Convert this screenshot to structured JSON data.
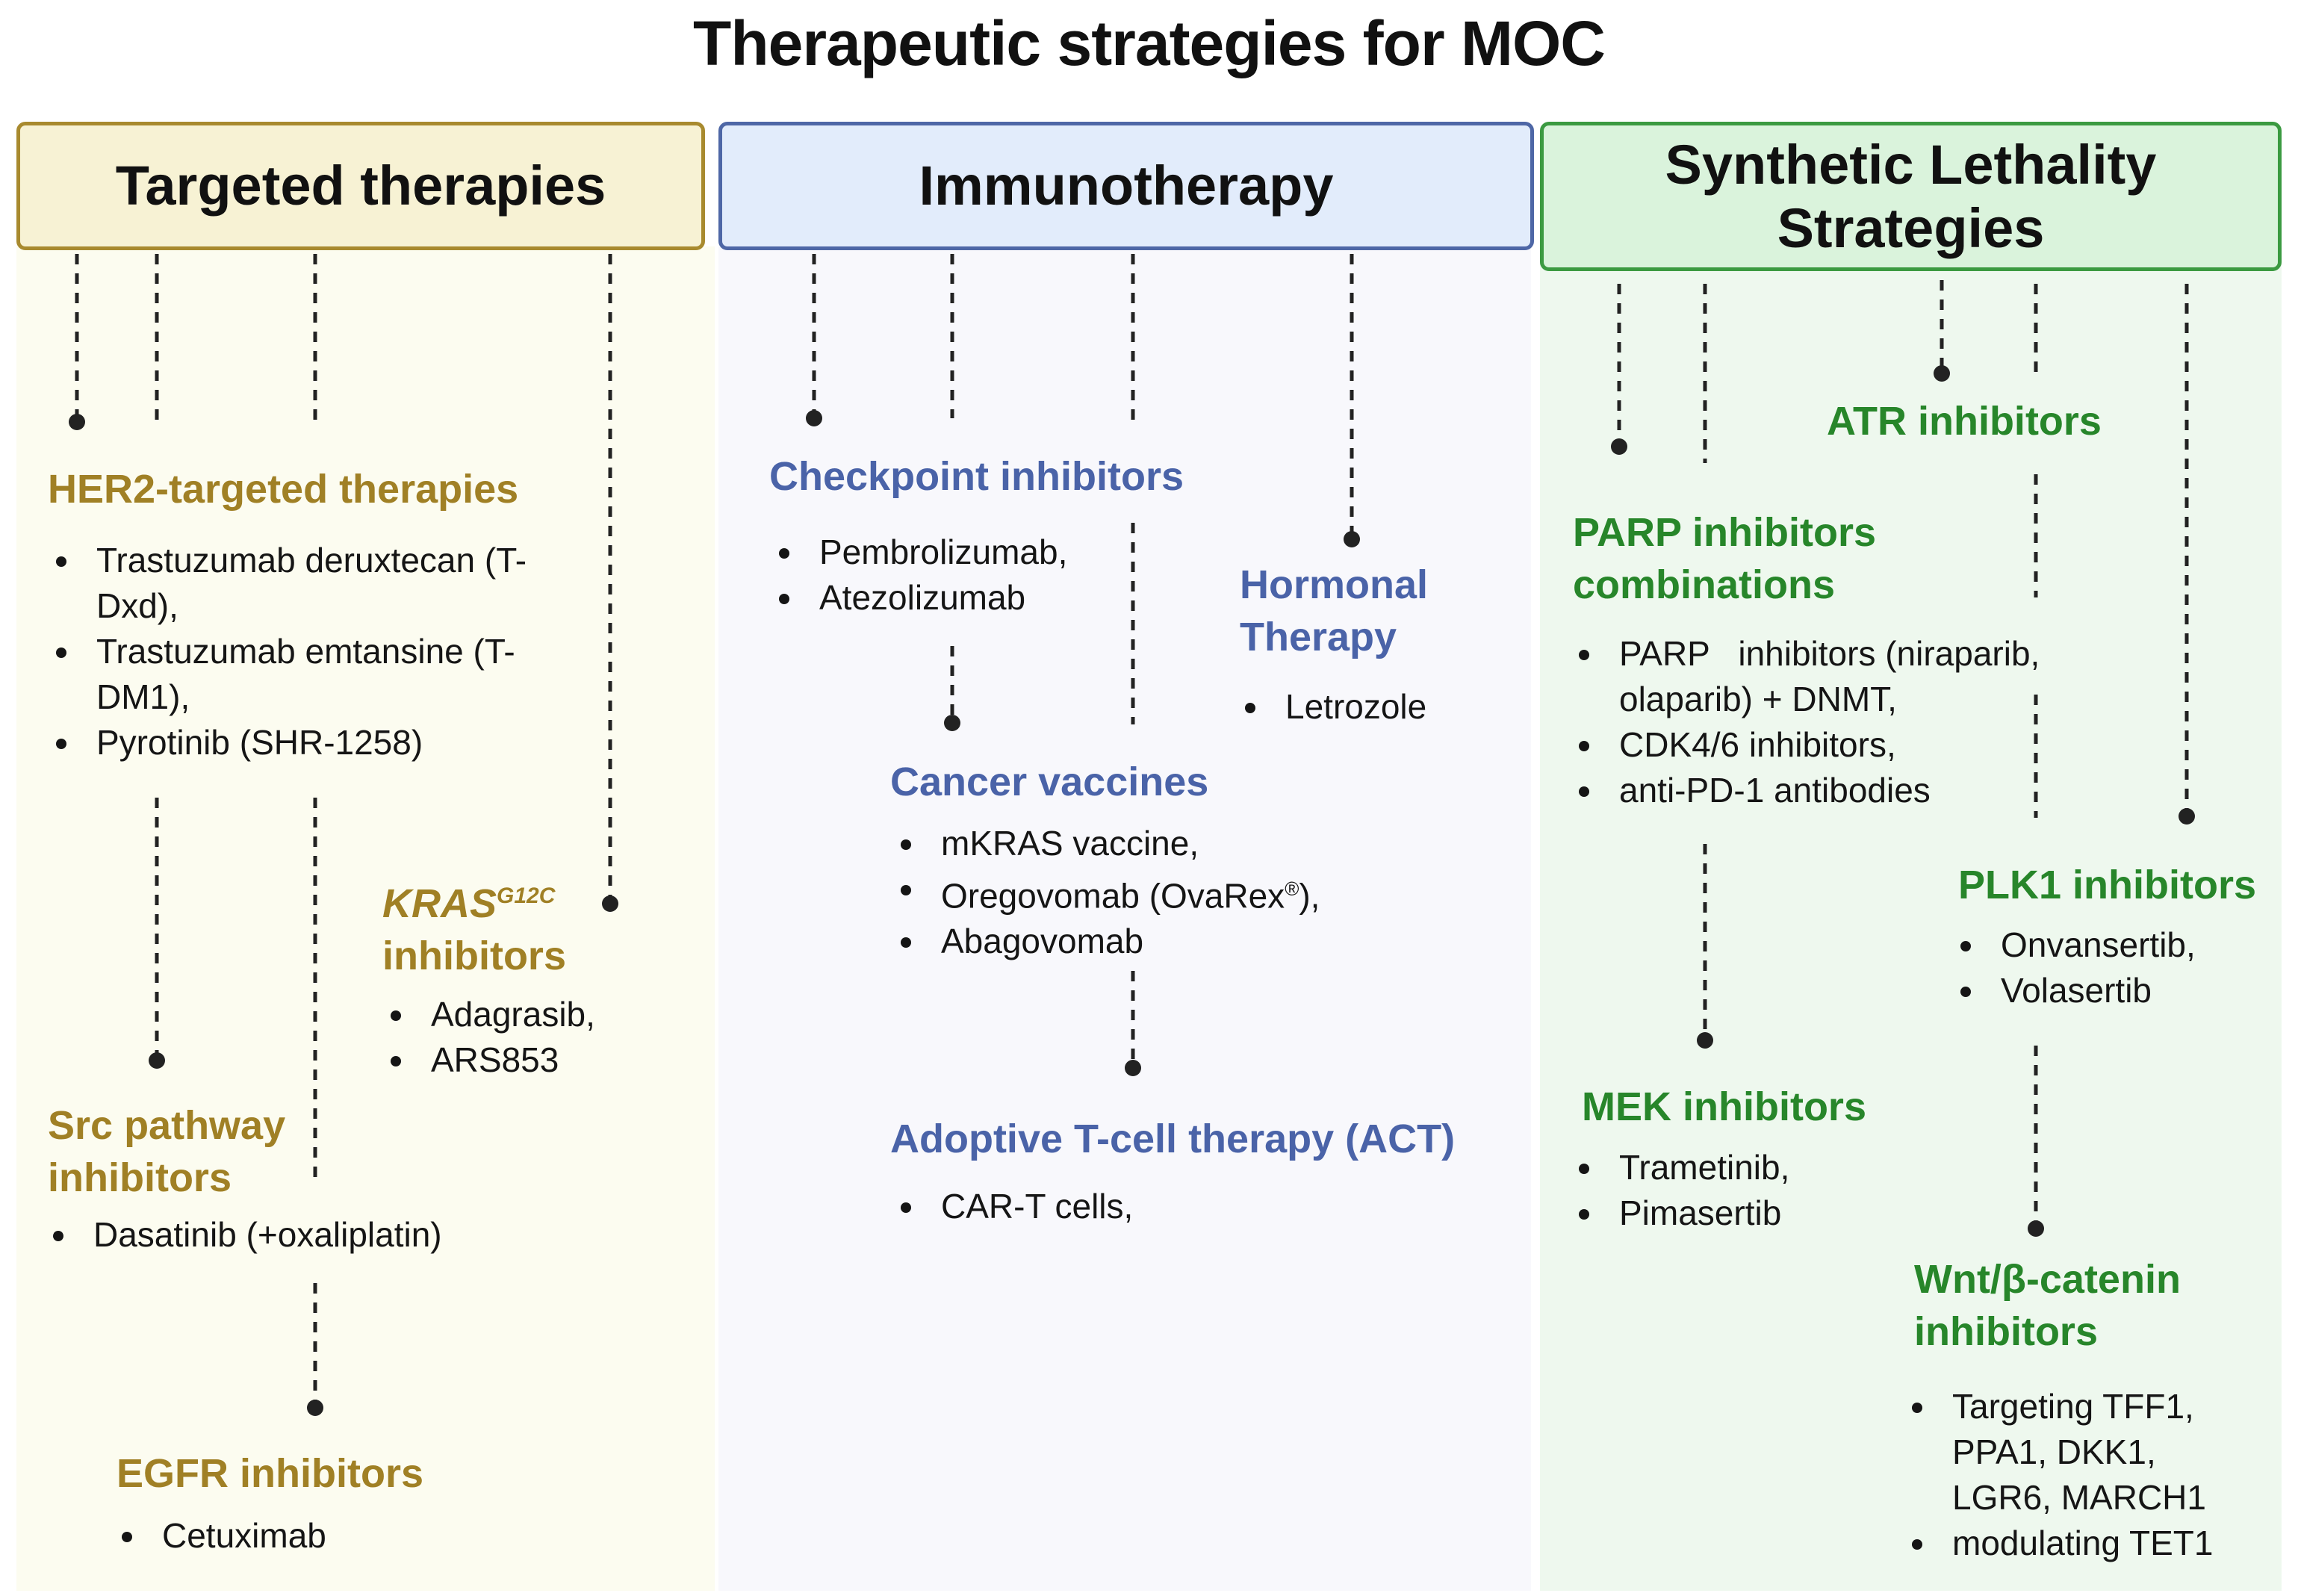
{
  "title": "Therapeutic strategies for MOC",
  "colors": {
    "targeted_header_fill": "#f7f2d4",
    "targeted_border": "#a88a2e",
    "targeted_panel": "#fcfcf0",
    "immuno_header_fill": "#e2ecfb",
    "immuno_border": "#4e67a6",
    "immuno_panel": "#f8f8fc",
    "synthetic_header_fill": "#daf3dc",
    "synthetic_border": "#3b9a41",
    "synthetic_panel": "#eef8ee",
    "targeted_text": "#a08025",
    "immuno_text": "#4a63a8",
    "synthetic_text": "#27862a",
    "connector": "#222222"
  },
  "columns": {
    "targeted": {
      "header": "Targeted therapies",
      "her2": {
        "title": "HER2-targeted therapies",
        "items": [
          "Trastuzumab deruxtecan (T-Dxd),",
          "Trastuzumab emtansine (T-DM1),",
          "Pyrotinib (SHR-1258)"
        ]
      },
      "kras": {
        "title_main": "KRAS",
        "title_sup": "G12C",
        "title_line2": "inhibitors",
        "items": [
          "Adagrasib,",
          "ARS853"
        ]
      },
      "src": {
        "title_line1": "Src pathway",
        "title_line2": "inhibitors",
        "items": [
          "Dasatinib (+oxaliplatin)"
        ]
      },
      "egfr": {
        "title": "EGFR inhibitors",
        "items": [
          "Cetuximab"
        ]
      }
    },
    "immuno": {
      "header": "Immunotherapy",
      "checkpoint": {
        "title": "Checkpoint inhibitors",
        "items": [
          "Pembrolizumab,",
          "Atezolizumab"
        ]
      },
      "hormonal": {
        "title_line1": "Hormonal",
        "title_line2": "Therapy",
        "items": [
          "Letrozole"
        ]
      },
      "vaccines": {
        "title": "Cancer vaccines",
        "items": [
          "mKRAS vaccine,",
          "Abagovomab"
        ],
        "oregovomab_pre": "Oregovomab (OvaRex",
        "oregovomab_reg": "®",
        "oregovomab_post": "),"
      },
      "act": {
        "title": "Adoptive T-cell therapy (ACT)",
        "items": [
          "CAR-T cells,"
        ]
      }
    },
    "synthetic": {
      "header_line1": "Synthetic Lethality",
      "header_line2": "Strategies",
      "atr": {
        "title": "ATR inhibitors"
      },
      "parp": {
        "title_line1": "PARP inhibitors",
        "title_line2": "combinations",
        "items": [
          "PARP   inhibitors (niraparib, olaparib) + DNMT,",
          "CDK4/6 inhibitors,",
          "anti-PD-1 antibodies"
        ]
      },
      "plk1": {
        "title": "PLK1 inhibitors",
        "items": [
          "Onvansertib,",
          "Volasertib"
        ]
      },
      "mek": {
        "title": "MEK inhibitors",
        "items": [
          "Trametinib,",
          "Pimasertib"
        ]
      },
      "wnt": {
        "title_line1": "Wnt/β-catenin",
        "title_line2": "inhibitors",
        "items": [
          "Targeting TFF1, PPA1, DKK1, LGR6, MARCH1",
          "modulating TET1"
        ]
      }
    }
  }
}
